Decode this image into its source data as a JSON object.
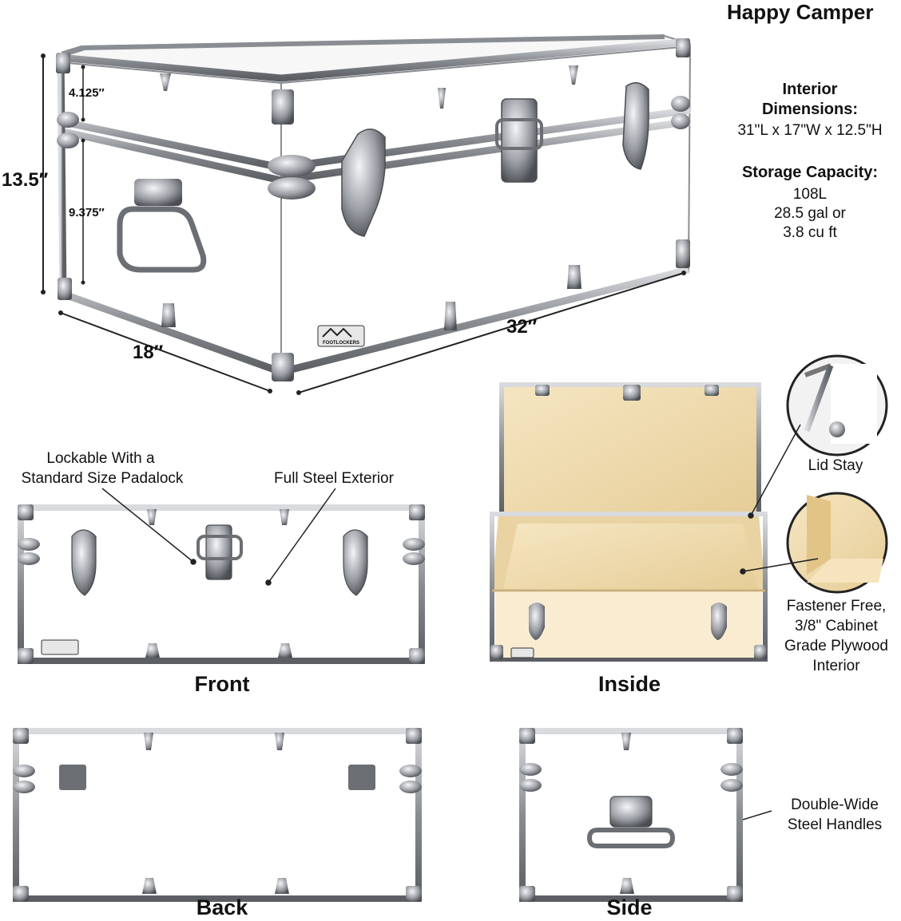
{
  "title": "Happy Camper",
  "dimensions": {
    "height": "13.5″",
    "lid_height": "4.125″",
    "base_height": "9.375″",
    "width": "18″",
    "length": "32″"
  },
  "specs": {
    "interior_heading_line1": "Interior",
    "interior_heading_line2": "Dimensions:",
    "interior_value": "31\"L x 17\"W x 12.5\"H",
    "capacity_heading": "Storage Capacity:",
    "capacity_line1": "108L",
    "capacity_line2": "28.5 gal or",
    "capacity_line3": "3.8 cu ft"
  },
  "callouts": {
    "lockable_line1": "Lockable With a",
    "lockable_line2": "Standard Size Padalock",
    "full_steel": "Full Steel Exterior",
    "lid_stay": "Lid Stay",
    "plywood_line1": "Fastener Free,",
    "plywood_line2": "3/8\" Cabinet",
    "plywood_line3": "Grade Plywood",
    "plywood_line4": "Interior",
    "handles_line1": "Double-Wide",
    "handles_line2": "Steel Handles"
  },
  "views": {
    "front": "Front",
    "inside": "Inside",
    "back": "Back",
    "side": "Side"
  },
  "logo_text": "FOOTLOCKERS",
  "colors": {
    "trunk_body": "#ffffff",
    "steel_trim": "#8a8d92",
    "steel_dark": "#4a4d52",
    "plywood": "#f1dfb4",
    "plywood_dark": "#d8be85"
  }
}
